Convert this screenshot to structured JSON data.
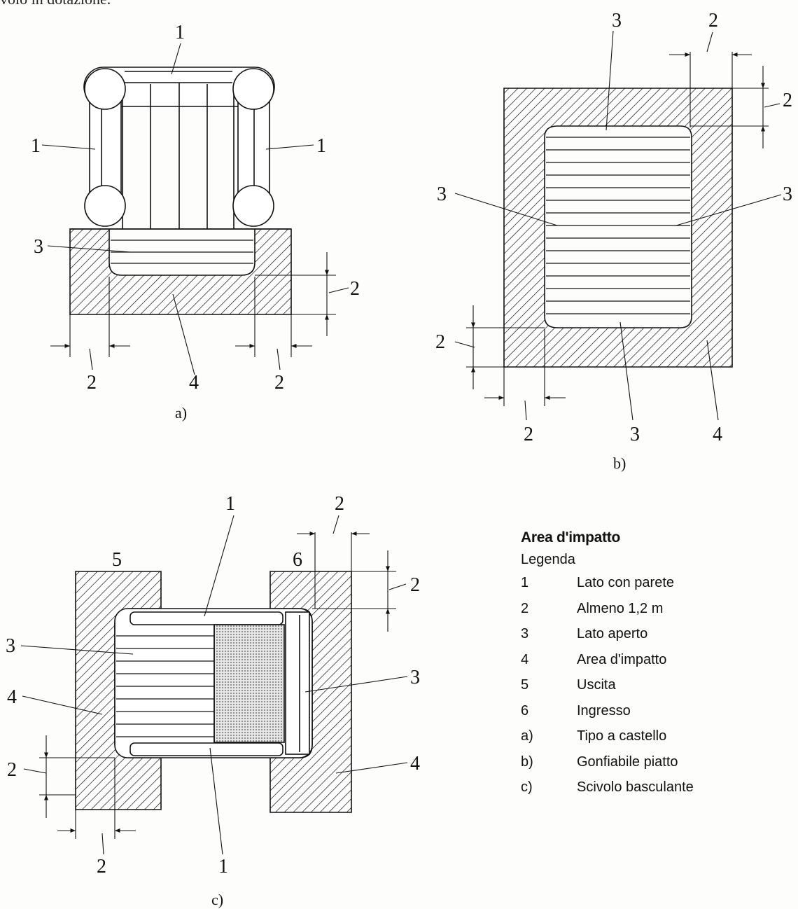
{
  "top_fragment": "volo in dotazione.",
  "figure_a": {
    "caption": "a)",
    "labels": {
      "l1_top": "1",
      "l1_left": "1",
      "l1_right": "1",
      "l3": "3",
      "l2_right": "2",
      "l2_bl": "2",
      "l4": "4",
      "l2_br": "2"
    }
  },
  "figure_b": {
    "caption": "b)",
    "labels": {
      "l3_top": "3",
      "l2_top": "2",
      "l2_right": "2",
      "l3_left": "3",
      "l3_right": "3",
      "l2_left": "2",
      "l2_bottom": "2",
      "l3_bottom": "3",
      "l4": "4"
    }
  },
  "figure_c": {
    "caption": "c)",
    "labels": {
      "l1_top": "1",
      "l2_top": "2",
      "l5": "5",
      "l6": "6",
      "l2_right": "2",
      "l3_left": "3",
      "l3_right": "3",
      "l4_left": "4",
      "l4_right": "4",
      "l2_left": "2",
      "l2_bottom": "2",
      "l1_bottom": "1"
    }
  },
  "legend": {
    "title": "Area d'impatto",
    "subtitle": "Legenda",
    "items": [
      {
        "key": "1",
        "label": "Lato con parete"
      },
      {
        "key": "2",
        "label": "Almeno 1,2 m"
      },
      {
        "key": "3",
        "label": "Lato aperto"
      },
      {
        "key": "4",
        "label": "Area d'impatto"
      },
      {
        "key": "5",
        "label": "Uscita"
      },
      {
        "key": "6",
        "label": "Ingresso"
      },
      {
        "key": "a)",
        "label": "Tipo a castello"
      },
      {
        "key": "b)",
        "label": "Gonfiabile piatto"
      },
      {
        "key": "c)",
        "label": "Scivolo basculante"
      }
    ]
  }
}
